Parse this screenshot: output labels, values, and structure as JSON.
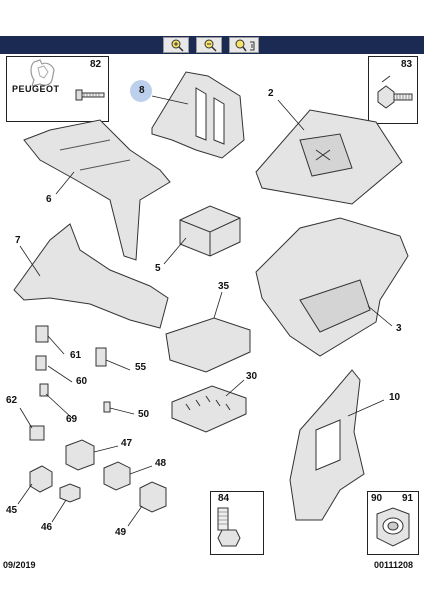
{
  "brand": {
    "name": "PEUGEOT"
  },
  "toolbar": {
    "buttons": [
      "zoom-in-icon",
      "zoom-out-icon",
      "zoom-fit-icon"
    ]
  },
  "callouts": {
    "c2": "2",
    "c3": "3",
    "c5": "5",
    "c6": "6",
    "c7": "7",
    "c8": "8",
    "c10": "10",
    "c30": "30",
    "c35": "35",
    "c45": "45",
    "c46": "46",
    "c47": "47",
    "c48": "48",
    "c49": "49",
    "c50": "50",
    "c55": "55",
    "c60": "60",
    "c61": "61",
    "c62": "62",
    "c69": "69",
    "c82": "82",
    "c83": "83",
    "c84": "84",
    "c90": "90",
    "c91": "91"
  },
  "footer": {
    "date": "09/2019",
    "ref": "00111208"
  },
  "colors": {
    "header_bar": "#1a2a52",
    "part_fill": "#e4e4e4",
    "part_stroke": "#333333",
    "marker": "#bcd0ec"
  }
}
